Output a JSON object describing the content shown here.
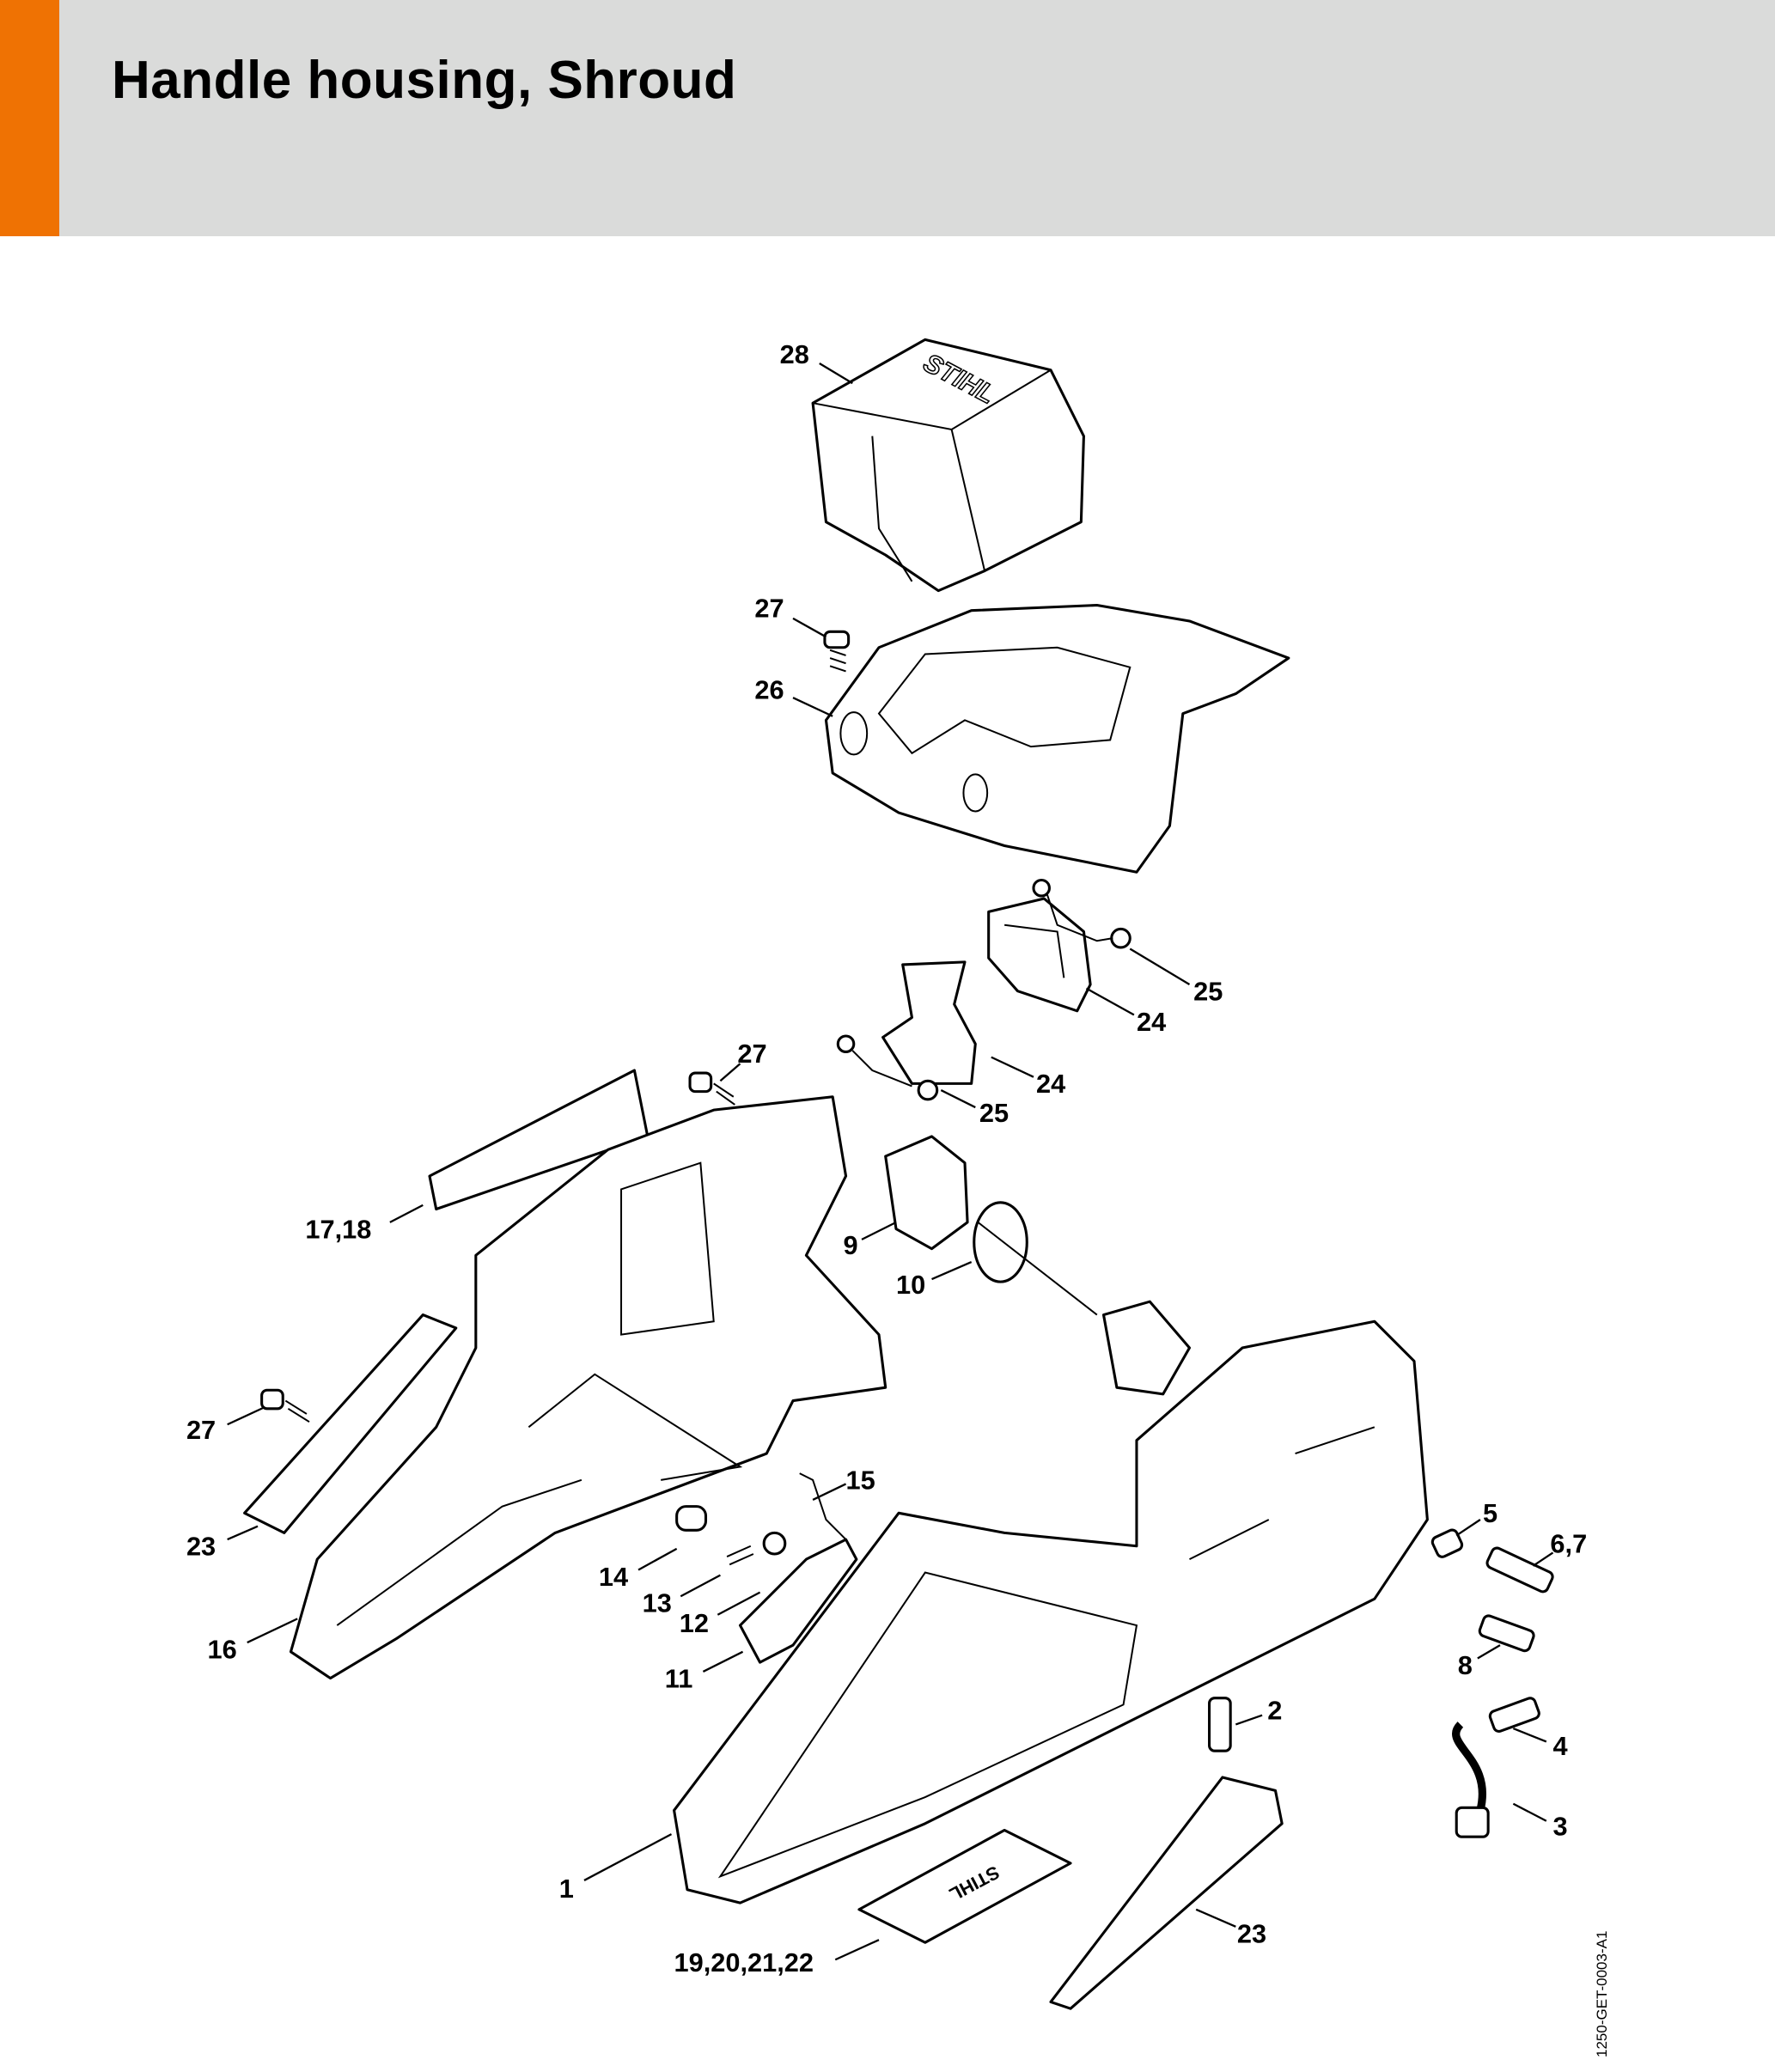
{
  "header": {
    "title": "Handle housing, Shroud",
    "accent_color": "#ef7203",
    "background_color": "#dadbda"
  },
  "callouts": [
    {
      "id": "c28",
      "text": "28"
    },
    {
      "id": "c27a",
      "text": "27"
    },
    {
      "id": "c26",
      "text": "26"
    },
    {
      "id": "c25a",
      "text": "25"
    },
    {
      "id": "c24a",
      "text": "24"
    },
    {
      "id": "c24b",
      "text": "24"
    },
    {
      "id": "c25b",
      "text": "25"
    },
    {
      "id": "c27b",
      "text": "27"
    },
    {
      "id": "c1718",
      "text": "17,18"
    },
    {
      "id": "c9",
      "text": "9"
    },
    {
      "id": "c10",
      "text": "10"
    },
    {
      "id": "c27c",
      "text": "27"
    },
    {
      "id": "c23a",
      "text": "23"
    },
    {
      "id": "c16",
      "text": "16"
    },
    {
      "id": "c14",
      "text": "14"
    },
    {
      "id": "c13",
      "text": "13"
    },
    {
      "id": "c12",
      "text": "12"
    },
    {
      "id": "c15",
      "text": "15"
    },
    {
      "id": "c11",
      "text": "11"
    },
    {
      "id": "c1",
      "text": "1"
    },
    {
      "id": "c1922",
      "text": "19,20,21,22"
    },
    {
      "id": "c23b",
      "text": "23"
    },
    {
      "id": "c2",
      "text": "2"
    },
    {
      "id": "c3",
      "text": "3"
    },
    {
      "id": "c4",
      "text": "4"
    },
    {
      "id": "c5",
      "text": "5"
    },
    {
      "id": "c67",
      "text": "6,7"
    },
    {
      "id": "c8",
      "text": "8"
    }
  ],
  "logo_text": "STIHL",
  "document_id": "1250-GET-0003-A1"
}
